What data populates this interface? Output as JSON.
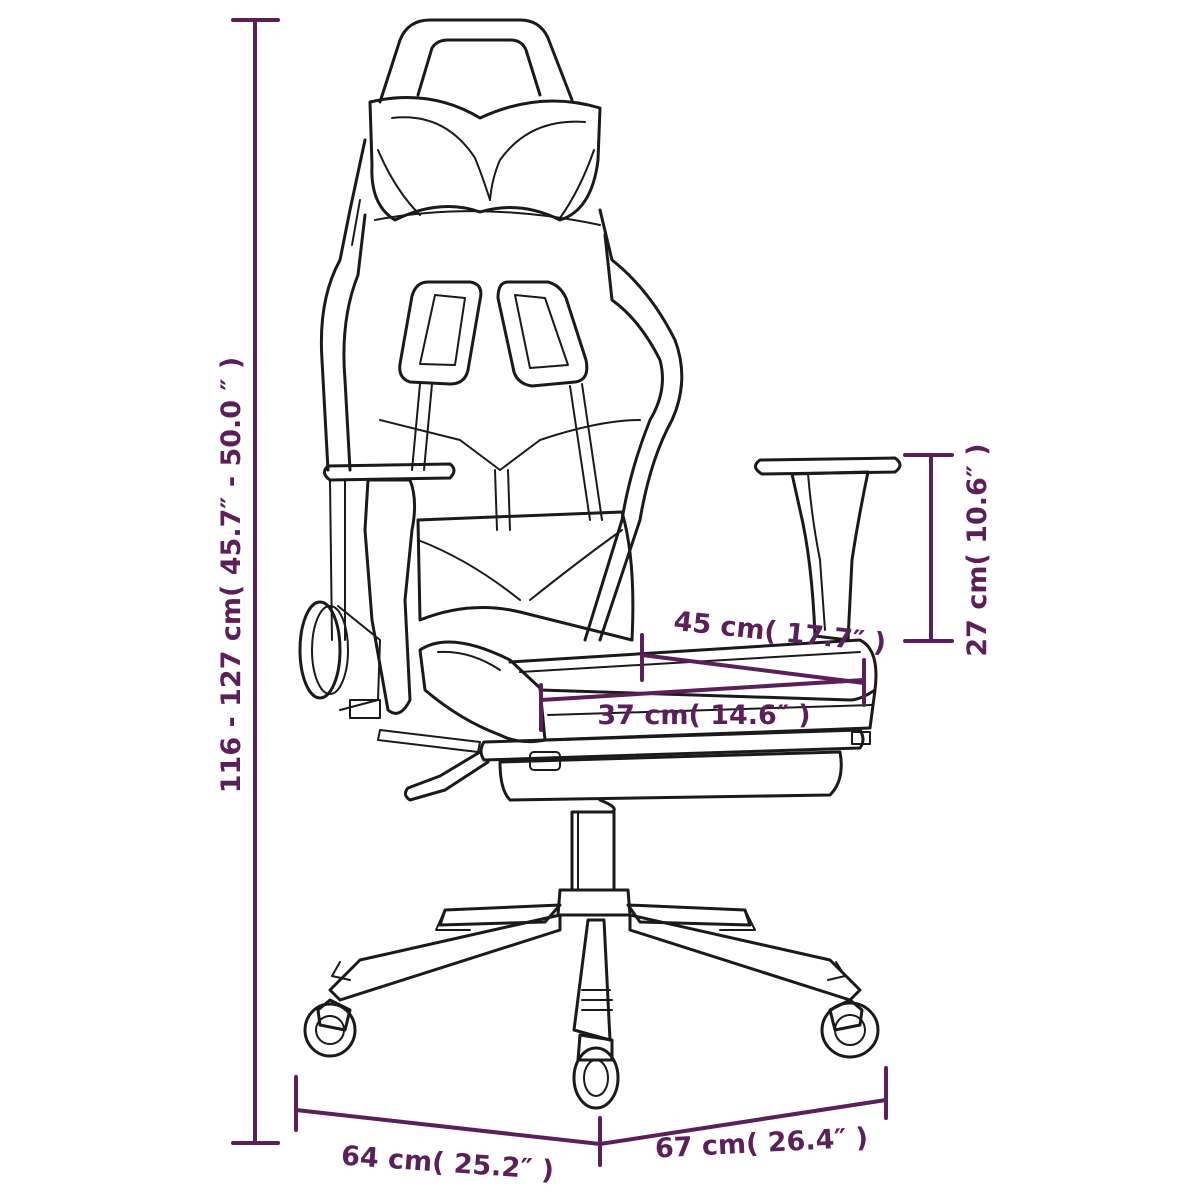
{
  "colors": {
    "dimension": "#5b1f5a",
    "outline": "#1a1a1a",
    "background": "#ffffff"
  },
  "dimensions": {
    "total_height": "116 - 127 cm( 45.7″ - 50.0 ″ )",
    "armrest_height": "27 cm( 10.6″ )",
    "seat_width": "45 cm( 17.7″ )",
    "seat_depth": "37 cm( 14.6″ )",
    "base_width": "64 cm( 25.2″ )",
    "base_depth": "67 cm( 26.4″ )"
  }
}
